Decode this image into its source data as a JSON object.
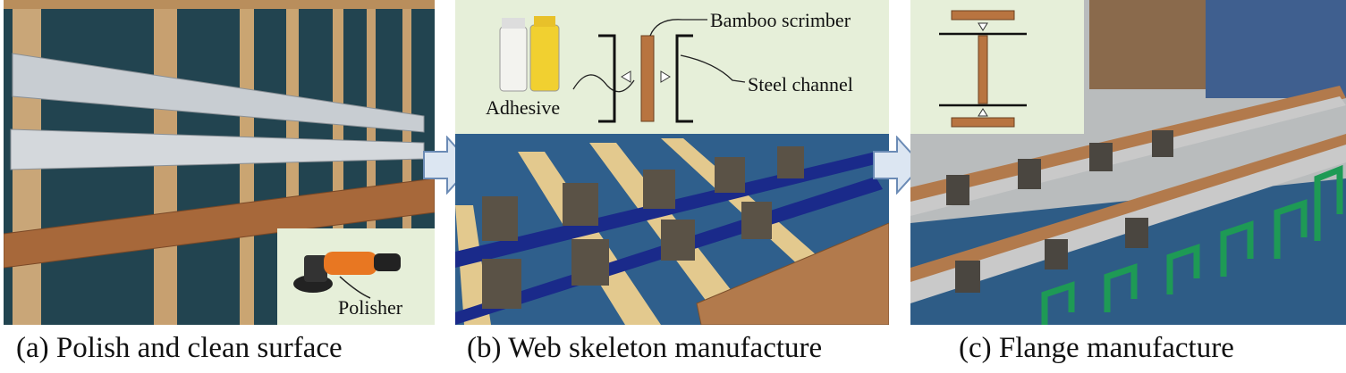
{
  "panels": [
    {
      "id": "a",
      "caption": "(a) Polish and clean surface",
      "labels": {
        "tool": "Polisher"
      }
    },
    {
      "id": "b",
      "caption": "(b) Web skeleton manufacture",
      "labels": {
        "adhesive": "Adhesive",
        "bamboo": "Bamboo scrimber",
        "steel": "Steel channel"
      }
    },
    {
      "id": "c",
      "caption": "(c) Flange manufacture",
      "labels": {}
    }
  ],
  "colors": {
    "inset_bg": "#e6efd9",
    "arrow_fill": "#dce6f2",
    "arrow_stroke": "#6b8bb5",
    "tarp": "#1f4a5a",
    "bamboo": "#b87440"
  }
}
